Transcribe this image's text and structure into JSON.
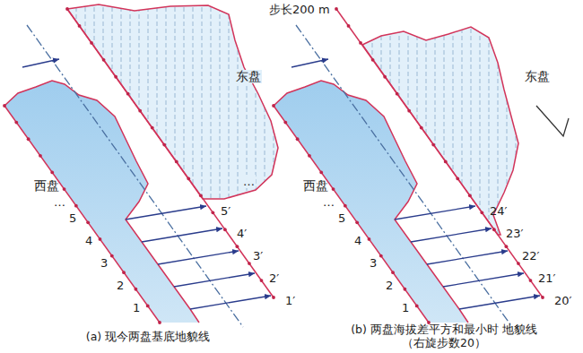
{
  "diagram": {
    "labels": [
      "步长200 m",
      "东盘",
      "西盘",
      "1",
      "2",
      "3",
      "4",
      "5",
      "1′",
      "2′",
      "3′",
      "4′",
      "5′",
      "…",
      "…",
      "(a) 现今两盘基底地貌线",
      "东盘",
      "西盘",
      "1",
      "2",
      "3",
      "4",
      "5",
      "20′",
      "21′",
      "22′",
      "23′",
      "24′",
      "…",
      "(b) 两盘海拔差平方和最小时 地貌线（右旋步数20）"
    ]
  }
}
